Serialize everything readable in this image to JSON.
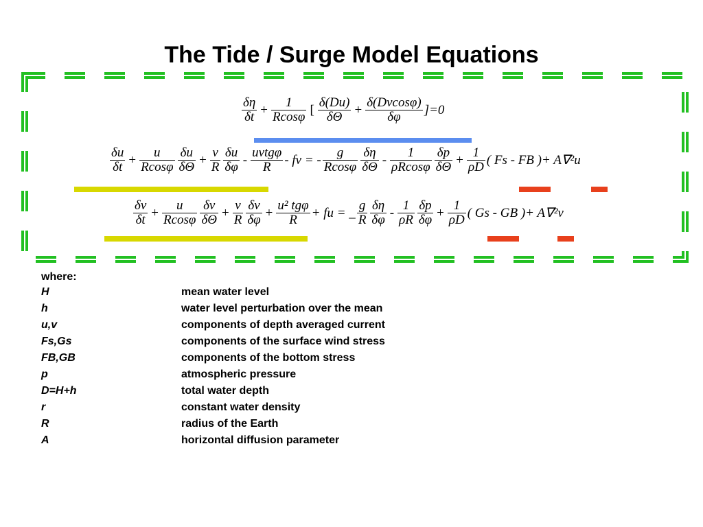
{
  "title": "The Tide / Surge Model Equations",
  "colors": {
    "dash_border": "#22c022",
    "blue_bar": "#5b8def",
    "yellow_bar": "#d8d800",
    "red_bar": "#e8401c"
  },
  "eq1": {
    "d_eta": "δη",
    "d_t": "δt",
    "plus": "+",
    "one": "1",
    "r_cos": "Rcosφ",
    "open_br": "[",
    "d_du": "δ(Du)",
    "d_theta": "δΘ",
    "d_dvcos": "δ(Dvcosφ)",
    "d_phi": "δφ",
    "close_eq": "]=0"
  },
  "eq2": {
    "du": "δu",
    "dt": "δt",
    "plus": "+",
    "u": "u",
    "r_cos": "Rcosφ",
    "du2": "δu",
    "d_theta": "δΘ",
    "v": "v",
    "r": "R",
    "du3": "δu",
    "d_phi": "δφ",
    "minus": "-",
    "uvtg": "uvtgφ",
    "r2": "R",
    "fv": "- fv = -",
    "g": "g",
    "r_cos2": "Rcosφ",
    "d_eta": "δη",
    "d_theta2": "δΘ",
    "minus2": "-",
    "one": "1",
    "rho_rcos": "ρRcosφ",
    "dp": "δp",
    "d_theta3": "δΘ",
    "plus2": "+",
    "one2": "1",
    "rho_d": "ρD",
    "tail": "( Fs - FB )+ A∇²u"
  },
  "eq3": {
    "dv": "δv",
    "dt": "δt",
    "plus": "+",
    "u": "u",
    "r_cos": "Rcosφ",
    "dv2": "δv",
    "d_theta": "δΘ",
    "plus2": "+",
    "v": "v",
    "r": "R",
    "dv3": "δv",
    "d_phi": "δφ",
    "plus3": "+",
    "u2tg": "u² tgφ",
    "r2": "R",
    "fu": "+ fu = _",
    "g": "g",
    "r3": "R",
    "d_eta": "δη",
    "d_phi2": "δφ",
    "minus": "-",
    "one": "1",
    "rho_r": "ρR",
    "dp": "δp",
    "d_phi3": "δφ",
    "plus4": "+",
    "one2": "1",
    "rho_d": "ρD",
    "tail": "( Gs - GB )+ A∇²v"
  },
  "legend": {
    "where": "where:",
    "rows": [
      {
        "sym": "H",
        "def": "mean water level"
      },
      {
        "sym": "h",
        "def": "water level perturbation over the mean"
      },
      {
        "sym": "u,v",
        "def": "components of depth averaged current"
      },
      {
        "sym": "Fs,Gs",
        "def": "components of the surface wind stress"
      },
      {
        "sym": "FB,GB",
        "def": "components of the bottom stress"
      },
      {
        "sym": "p",
        "def": "atmospheric pressure"
      },
      {
        "sym": "D=H+h",
        "def": "total water depth"
      },
      {
        "sym": "r",
        "def": "constant water density"
      },
      {
        "sym": "R",
        "def": "radius of the Earth"
      },
      {
        "sym": "A",
        "def": "horizontal diffusion parameter"
      }
    ]
  }
}
